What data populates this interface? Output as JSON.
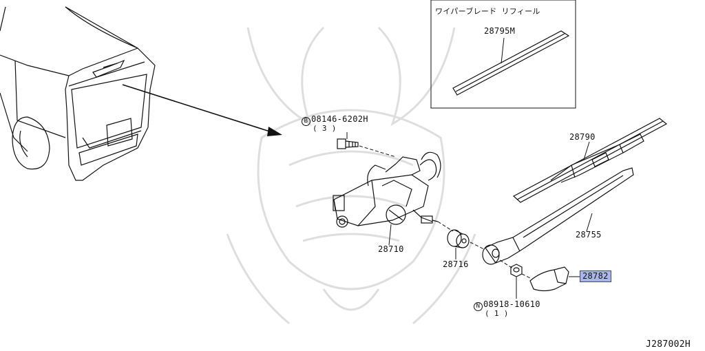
{
  "inset": {
    "title": "ワイパーブレード リフィール",
    "part": "28795M"
  },
  "parts": {
    "bolt": {
      "prefix": "B",
      "number": "08146-6202H",
      "qty": "( 3 )"
    },
    "blade": "28790",
    "arm": "28755",
    "motor": "28710",
    "seal": "28716",
    "cap": "28782",
    "nut": {
      "prefix": "N",
      "number": "08918-10610",
      "qty": "( 1 )"
    }
  },
  "diagram_id": "J287002H",
  "colors": {
    "line": "#111111",
    "highlight": "#a9b6e6",
    "watermark": "#dcdcdc"
  }
}
